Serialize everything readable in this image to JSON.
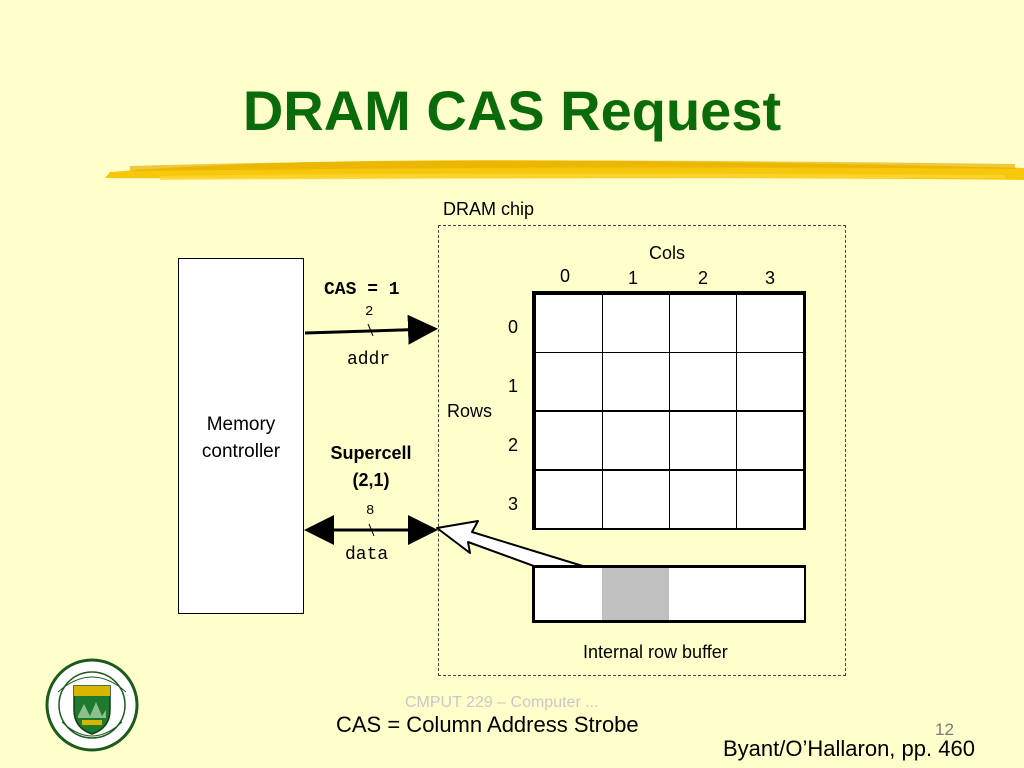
{
  "slide": {
    "title": "DRAM CAS Request",
    "page_number": "12",
    "footnote": "CAS = Column Address Strobe",
    "citation": "Byant/O’Hallaron, pp. 460",
    "faint_footer": "CMPUT 229 – Computer ..."
  },
  "diagram": {
    "chip_label": "DRAM chip",
    "memory_controller": [
      "Memory",
      "controller"
    ],
    "cas_signal": "CAS = 1",
    "addr_bus_width": "2",
    "addr_label": "addr",
    "supercell_label": [
      "Supercell",
      "(2,1)"
    ],
    "data_bus_width": "8",
    "data_label": "data",
    "cols_label": "Cols",
    "rows_label": "Rows",
    "col_indices": [
      "0",
      "1",
      "2",
      "3"
    ],
    "row_indices": [
      "0",
      "1",
      "2",
      "3"
    ],
    "row_buffer_label": "Internal row buffer",
    "highlighted_buffer_cell": 1,
    "colors": {
      "title": "#0b6b0b",
      "highlight": "#c0c0c0",
      "background": "#ffffcc",
      "brush": "#f5c400"
    }
  },
  "logo_icon": "university-of-alberta-crest"
}
